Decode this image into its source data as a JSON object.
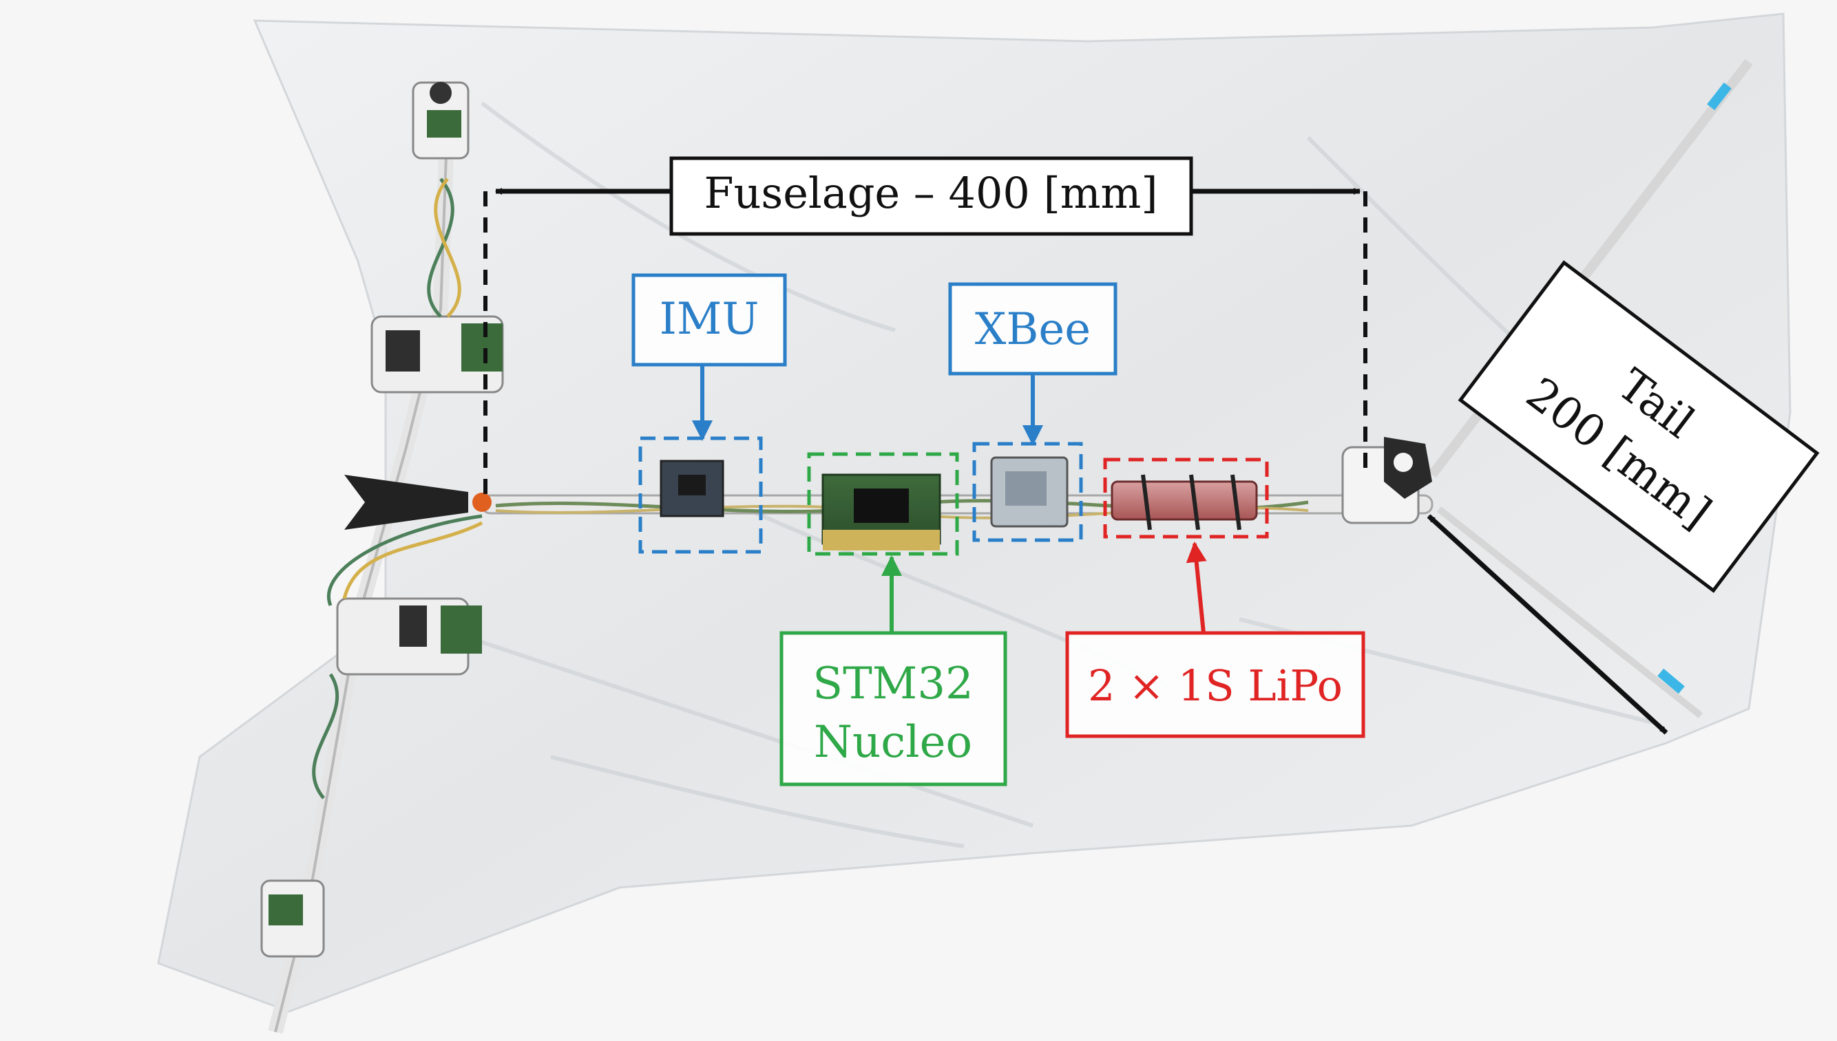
{
  "labels": {
    "fuselage": "Fuselage – 400 [mm]",
    "imu": "IMU",
    "xbee": "XBee",
    "stm32_line1": "STM32",
    "stm32_line2": "Nucleo",
    "lipo": "2 × 1S LiPo",
    "tail_line1": "Tail",
    "tail_line2": "200 [mm]"
  },
  "colors": {
    "imu": "#2a7fc8",
    "xbee": "#2a7fc8",
    "stm32": "#2fa848",
    "lipo": "#e02424",
    "dimension": "#111111",
    "sheet": "#eceef0",
    "background": "#f7f7f7"
  }
}
